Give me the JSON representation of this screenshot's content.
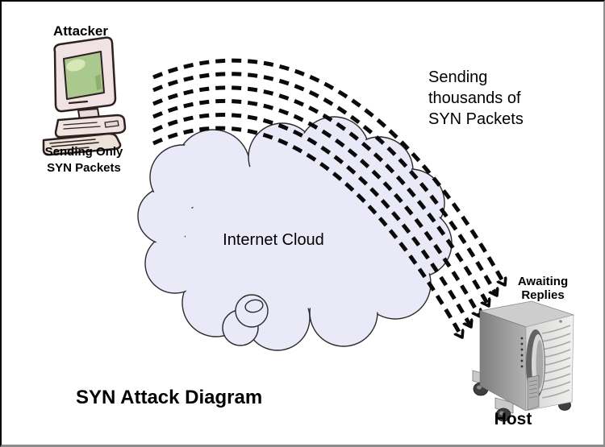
{
  "title": "SYN Attack Diagram",
  "attacker": {
    "label": "Attacker",
    "caption": "Sending Only\nSYN Packets",
    "icon": "desktop-computer-icon"
  },
  "cloud": {
    "label": "Internet Cloud",
    "fill_color": "#e9e9f8"
  },
  "attack_flow": {
    "annotation": "Sending\nthousands of\nSYN Packets",
    "arrow_count": 6,
    "arrow_style": "dashed",
    "arrow_color": "#0a0a0a",
    "from": "Attacker",
    "to": "Host"
  },
  "host": {
    "label": "Host",
    "caption": "Awaiting\nReplies",
    "icon": "tower-server-icon"
  }
}
